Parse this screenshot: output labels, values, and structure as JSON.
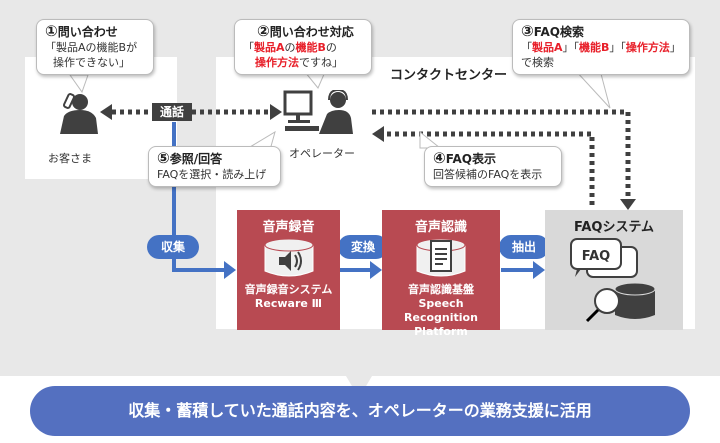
{
  "callouts": {
    "c1": {
      "num": "①",
      "title": "問い合わせ",
      "line1": "「製品Aの機能Bが",
      "line2": "操作できない」"
    },
    "c2": {
      "num": "②",
      "title": "問い合わせ対応",
      "l1_open": "「",
      "l1_red1": "製品A",
      "l1_mid": "の",
      "l1_red2": "機能B",
      "l1_end": "の",
      "l2_red": "操作方法",
      "l2_end": "ですね」"
    },
    "c3": {
      "num": "③",
      "title": "FAQ検索",
      "l1_a": "「",
      "l1_red1": "製品A",
      "l1_b": "」「",
      "l1_red2": "機能B",
      "l1_c": "」「",
      "l1_red3": "操作方法",
      "l1_d": "」",
      "line2": "で検索"
    },
    "c4": {
      "num": "④",
      "title": "FAQ表示",
      "line1": "回答候補のFAQを表示"
    },
    "c5": {
      "num": "⑤",
      "title": "参照/回答",
      "line1": "FAQを選択・読み上げ"
    }
  },
  "actors": {
    "customer": "お客さま",
    "operator": "オペレーター"
  },
  "contact_center_label": "コンタクトセンター",
  "tags": {
    "call": "通話",
    "collect": "収集",
    "convert": "変換",
    "extract": "抽出"
  },
  "systems": {
    "recording": {
      "title": "音声録音",
      "name": "音声録音システム",
      "product": "Recware Ⅲ"
    },
    "recognition": {
      "title": "音声認識",
      "name": "音声認識基盤",
      "product1": "Speech Recognition",
      "product2": "Platform"
    },
    "faq": {
      "title": "FAQシステム",
      "bubble": "FAQ"
    }
  },
  "summary": "収集・蓄積していた通話内容を、オペレーターの業務支援に活用",
  "colors": {
    "red": "#e8202a",
    "blue": "#4472c4",
    "box_red": "#b84a52",
    "dark": "#404040"
  }
}
